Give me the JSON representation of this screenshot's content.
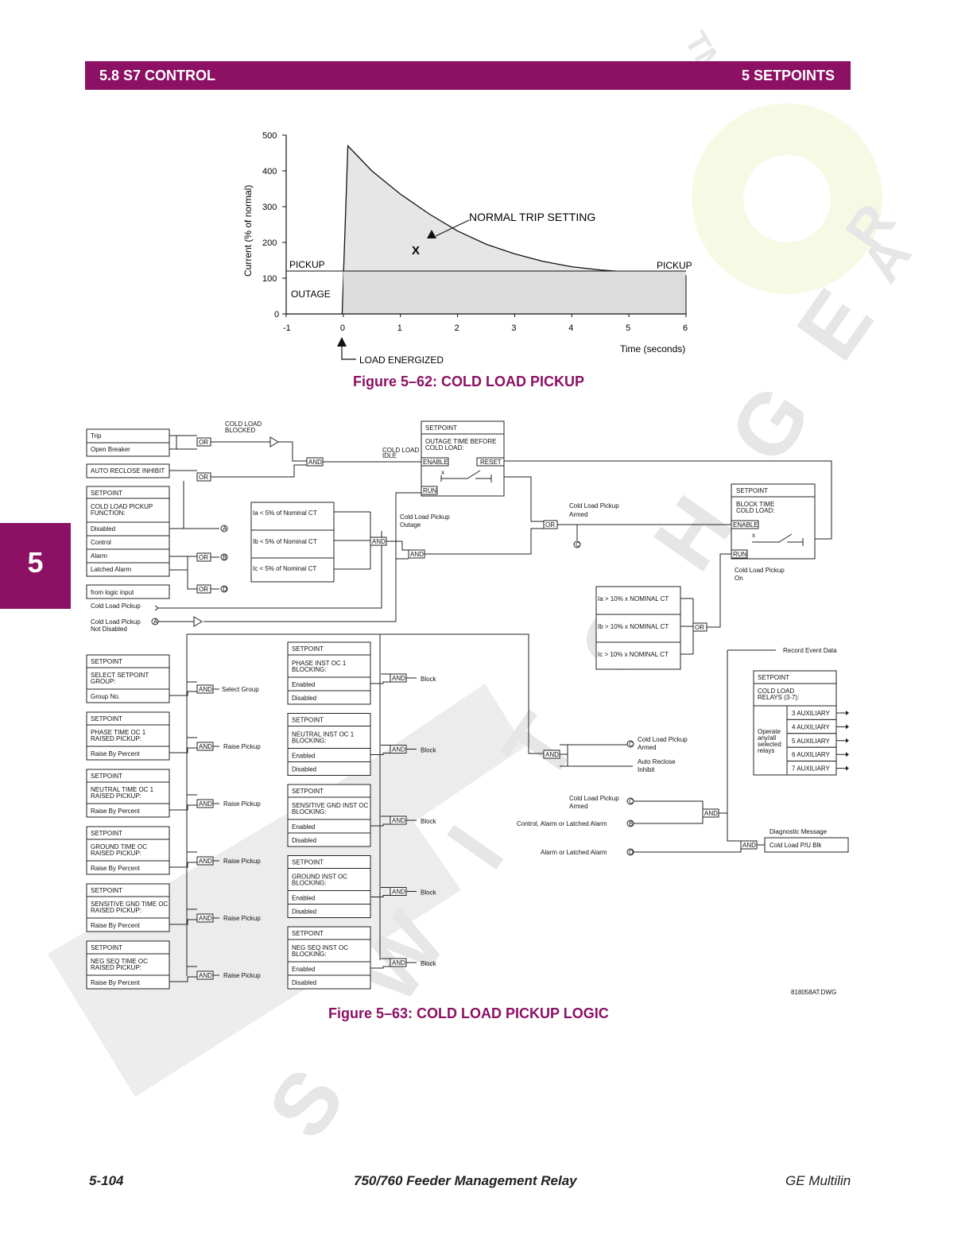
{
  "header": {
    "section": "5.8 S7 CONTROL",
    "chapter": "5 SETPOINTS"
  },
  "side_tab": "5",
  "chart_data": {
    "type": "area",
    "xlabel": "Time (seconds)",
    "ylabel": "Current (% of normal)",
    "xlim": [
      -1,
      6
    ],
    "ylim": [
      0,
      500
    ],
    "x_ticks": [
      "-1",
      "0",
      "1",
      "2",
      "3",
      "4",
      "5",
      "6"
    ],
    "y_ticks": [
      "0",
      "100",
      "200",
      "300",
      "400",
      "500"
    ],
    "series": [
      {
        "name": "",
        "x": [
          -1,
          -0.02,
          0.08,
          0.5,
          1,
          1.5,
          2,
          2.5,
          3,
          3.5,
          4,
          4.5,
          5,
          5.5,
          6
        ],
        "y": [
          0,
          0,
          470,
          400,
          335,
          280,
          232,
          195,
          168,
          147,
          132,
          123,
          117,
          112,
          108
        ]
      }
    ],
    "pickup_level": 120,
    "annotations": {
      "pickup_left": "PICKUP",
      "pickup_right": "PICKUP",
      "outage": "OUTAGE",
      "trip": "NORMAL TRIP SETTING",
      "x_mark": "X",
      "energized": "LOAD ENERGIZED"
    }
  },
  "fig1_caption": "Figure 5–62: COLD LOAD PICKUP",
  "logic": {
    "trip": "Trip",
    "open_breaker": "Open Breaker",
    "ar_inhibit": "AUTO RECLOSE INHIBIT",
    "setpoint": "SETPOINT",
    "clp_function": "COLD LOAD PICKUP",
    "function": "FUNCTION:",
    "disabled": "Disabled",
    "control": "Control",
    "alarm": "Alarm",
    "latched_alarm": "Latched Alarm",
    "from_logic": "from logic input",
    "clp": "Cold Load Pickup",
    "clp_nd1": "Cold Load Pickup",
    "not_disabled": "Not Disabled",
    "blocked1": "COLD LOAD",
    "blocked2": "BLOCKED",
    "idle1": "COLD LOAD",
    "idle2": "IDLE",
    "outage_time1": "OUTAGE TIME BEFORE",
    "outage_time2": "COLD LOAD:",
    "enable": "ENABLE",
    "reset": "RESET",
    "run": "RUN",
    "x": "x",
    "ia5": "Ia < 5% of Nominal CT",
    "ib5": "Ib < 5% of Nominal CT",
    "ic5": "Ic < 5% of Nominal CT",
    "clp_outage1": "Cold Load Pickup",
    "clp_outage2": "Outage",
    "armed1": "Cold Load Pickup",
    "armed2": "Armed",
    "block_time1": "BLOCK TIME",
    "block_time2": "COLD LOAD:",
    "on1": "Cold Load Pickup",
    "on2": "On",
    "ia10": "Ia > 10% x NOMINAL CT",
    "ib10": "Ib > 10% x NOMINAL CT",
    "ic10": "Ic > 10% x NOMINAL CT",
    "record": "Record Event Data",
    "relays1": "COLD LOAD",
    "relays2": "RELAYS (3-7):",
    "operate": [
      "Operate",
      "any/all",
      "selected",
      "relays"
    ],
    "aux": [
      "3 AUXILIARY",
      "4 AUXILIARY",
      "5 AUXILIARY",
      "6 AUXILIARY",
      "7 AUXILIARY"
    ],
    "sel_group1": "SELECT SETPOINT",
    "sel_group2": "GROUP:",
    "group_no": "Group No.",
    "select_group": "Select Group",
    "raise_by": "Raise By Percent",
    "raise_pickup": "Raise Pickup",
    "left_elems": [
      [
        "PHASE TIME OC 1",
        "RAISED PICKUP:"
      ],
      [
        "NEUTRAL TIME OC 1",
        "RAISED PICKUP:"
      ],
      [
        "GROUND TIME OC",
        "RAISED PICKUP:"
      ],
      [
        "SENSITIVE GND TIME OC",
        "RAISED PICKUP:"
      ],
      [
        "NEG SEQ TIME OC",
        "RAISED PICKUP:"
      ]
    ],
    "mid_elems": [
      [
        "PHASE INST OC 1",
        "BLOCKING:"
      ],
      [
        "NEUTRAL INST OC 1",
        "BLOCKING:"
      ],
      [
        "SENSITIVE GND INST OC",
        "BLOCKING:"
      ],
      [
        "GROUND INST OC",
        "BLOCKING:"
      ],
      [
        "NEG SEQ INST OC",
        "BLOCKING:"
      ]
    ],
    "enabled": "Enabled",
    "block": "Block",
    "ar_inhibit2a": "Auto Reclose",
    "ar_inhibit2b": "Inhibit",
    "ctl_alarm": "Control, Alarm or Latched Alarm",
    "alarm_latched": "Alarm or Latched Alarm",
    "diag": "Diagnostic Message",
    "clp_blk": "Cold Load P/U Blk",
    "dwg": "818058AT.DWG",
    "or": "OR",
    "and": "AND",
    "markers": {
      "a": "A",
      "b": "B",
      "c": "C",
      "d": "D"
    }
  },
  "fig2_caption": "Figure 5–63: COLD LOAD PICKUP LOGIC",
  "footer": {
    "page": "5-104",
    "title": "750/760 Feeder Management Relay",
    "brand": "GE Multilin"
  },
  "watermark": {
    "text": "SWITCHGEAR",
    "tm": "TM"
  }
}
